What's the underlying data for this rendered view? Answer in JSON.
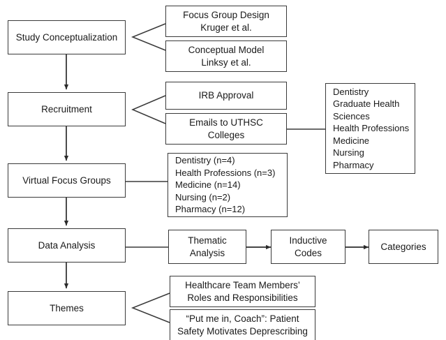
{
  "diagram": {
    "title": "Study process flowchart",
    "stroke_color": "#3a3a3a",
    "text_color": "#1a1a1a",
    "background_color": "#ffffff",
    "stages": [
      {
        "id": "study-conceptualization",
        "label": "Study Conceptualization"
      },
      {
        "id": "recruitment",
        "label": "Recruitment"
      },
      {
        "id": "virtual-focus-groups",
        "label": "Virtual Focus Groups"
      },
      {
        "id": "data-analysis",
        "label": "Data Analysis"
      },
      {
        "id": "themes",
        "label": "Themes"
      }
    ],
    "conceptualization_details": [
      {
        "id": "focus-group-design",
        "label": "Focus Group Design\nKruger et al."
      },
      {
        "id": "conceptual-model",
        "label": "Conceptual Model\nLinksy et al."
      }
    ],
    "recruitment_details": [
      {
        "id": "irb-approval",
        "label": "IRB Approval"
      },
      {
        "id": "emails-to-uthsc-colleges",
        "label": "Emails to UTHSC\nColleges"
      }
    ],
    "colleges": {
      "id": "uthsc-colleges-list",
      "label": "Dentistry\nGraduate Health\nSciences\nHealth Professions\nMedicine\nNursing\nPharmacy",
      "items": [
        "Dentistry",
        "Graduate Health Sciences",
        "Health Professions",
        "Medicine",
        "Nursing",
        "Pharmacy"
      ]
    },
    "participants": {
      "id": "participant-counts-list",
      "label": "Dentistry (n=4)\nHealth Professions (n=3)\nMedicine (n=14)\nNursing (n=2)\nPharmacy (n=12)",
      "items": [
        {
          "college": "Dentistry",
          "n": 4
        },
        {
          "college": "Health Professions",
          "n": 3
        },
        {
          "college": "Medicine",
          "n": 14
        },
        {
          "college": "Nursing",
          "n": 2
        },
        {
          "college": "Pharmacy",
          "n": 12
        }
      ]
    },
    "analysis_chain": [
      {
        "id": "thematic-analysis",
        "label": "Thematic\nAnalysis"
      },
      {
        "id": "inductive-codes",
        "label": "Inductive\nCodes"
      },
      {
        "id": "categories",
        "label": "Categories"
      }
    ],
    "theme_details": [
      {
        "id": "theme-roles-responsibilities",
        "label": "Healthcare Team Members’\nRoles and Responsibilities"
      },
      {
        "id": "theme-patient-safety",
        "label": "“Put me in, Coach”: Patient\nSafety Motivates Deprescribing"
      }
    ]
  }
}
